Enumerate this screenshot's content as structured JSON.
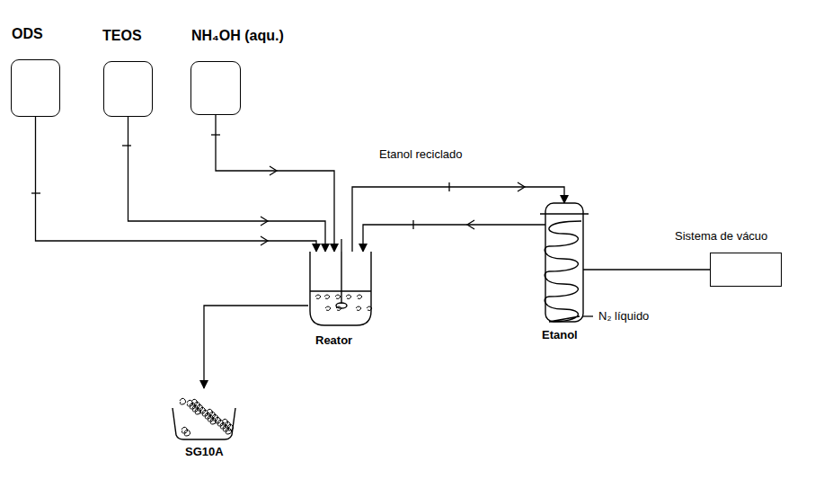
{
  "diagram": {
    "nodes": [
      {
        "text": [
          "ODS"
        ]
      },
      {
        "text": [
          "TEOS"
        ]
      },
      {
        "text": [
          "NH₄OH (aqu.)"
        ]
      },
      {
        "text": [
          "Reator"
        ]
      },
      {
        "text": [
          "Etanol"
        ]
      },
      {
        "text": [
          "Sistema de vácuo"
        ]
      },
      {
        "text": [
          "SG10A"
        ]
      }
    ],
    "edges": [
      {
        "from": 0,
        "to": 3,
        "arrow": "to"
      },
      {
        "from": 1,
        "to": 3,
        "arrow": "to"
      },
      {
        "from": 2,
        "to": 3,
        "arrow": "to"
      },
      {
        "from": 3,
        "to": 4,
        "arrow": "to"
      },
      {
        "from": 4,
        "to": 3,
        "arrow": "to"
      },
      {
        "from": 4,
        "to": 5,
        "arrow": "none"
      },
      {
        "from": 3,
        "to": 6,
        "arrow": "to"
      }
    ],
    "labels": [
      "Etanol reciclado",
      "N₂ líquido"
    ]
  }
}
